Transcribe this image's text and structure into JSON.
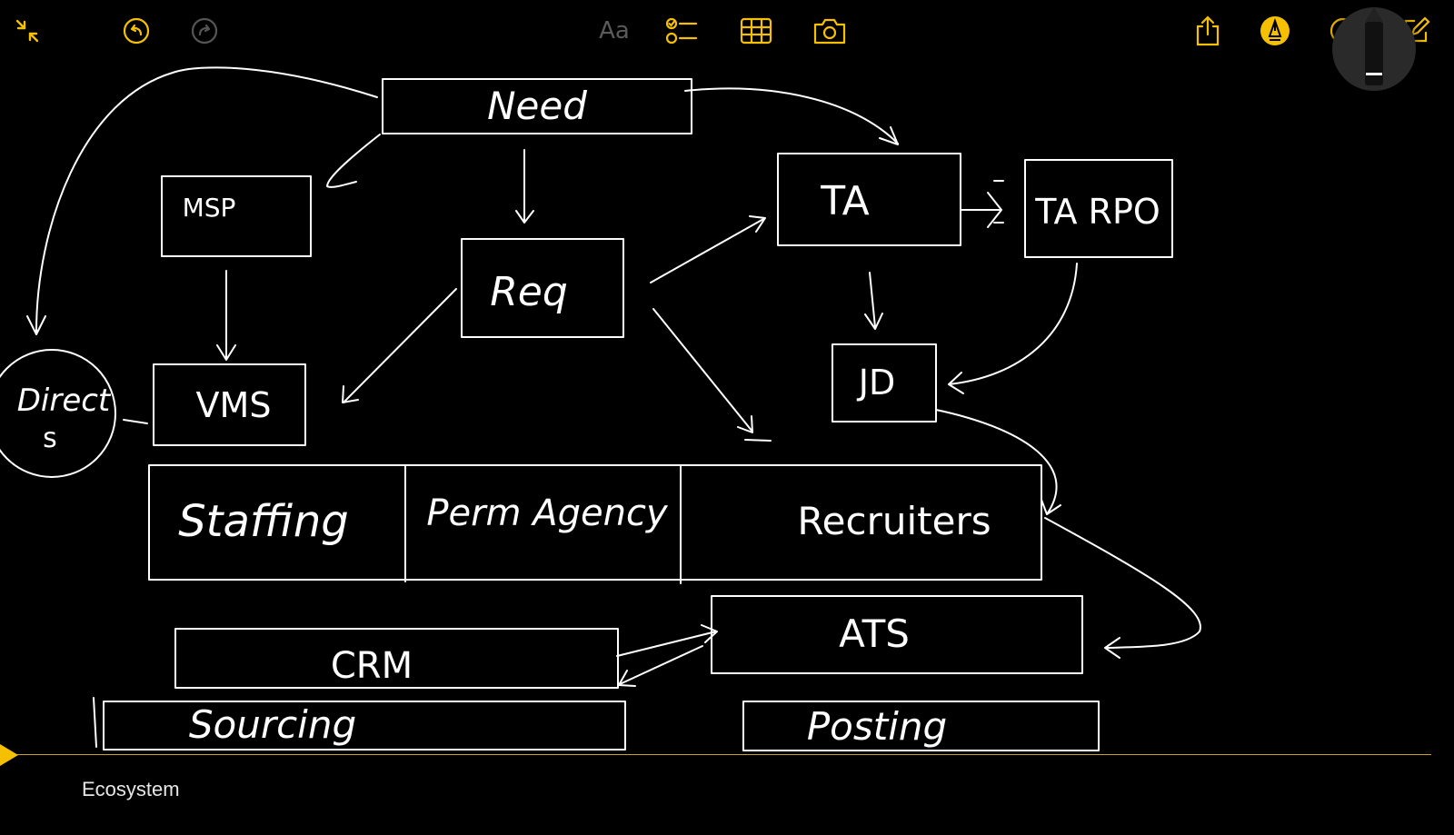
{
  "toolbar": {
    "icons": {
      "collapse": "collapse-arrows-icon",
      "undo": "undo-icon",
      "redo": "redo-icon",
      "format": "Aa",
      "checklist": "checklist-icon",
      "table": "table-icon",
      "camera": "camera-icon",
      "share": "share-icon",
      "markup": "markup-pen-icon",
      "more": "more-icon",
      "compose": "compose-icon"
    },
    "accent": "#f5c000"
  },
  "sketch": {
    "need": "Need",
    "req": "Req",
    "msp": "MSP",
    "vms": "VMS",
    "direct": "Direct",
    "direct_s": "s",
    "ta": "TA",
    "ta_rpo": "TA RPO",
    "jd": "JD",
    "staffing": "Staffing",
    "perm_agency": "Perm Agency",
    "recruiters": "Recruiters",
    "ats": "ATS",
    "crm": "CRM",
    "sourcing": "Sourcing",
    "posting": "Posting"
  },
  "note": {
    "title": "Ecosystem"
  }
}
